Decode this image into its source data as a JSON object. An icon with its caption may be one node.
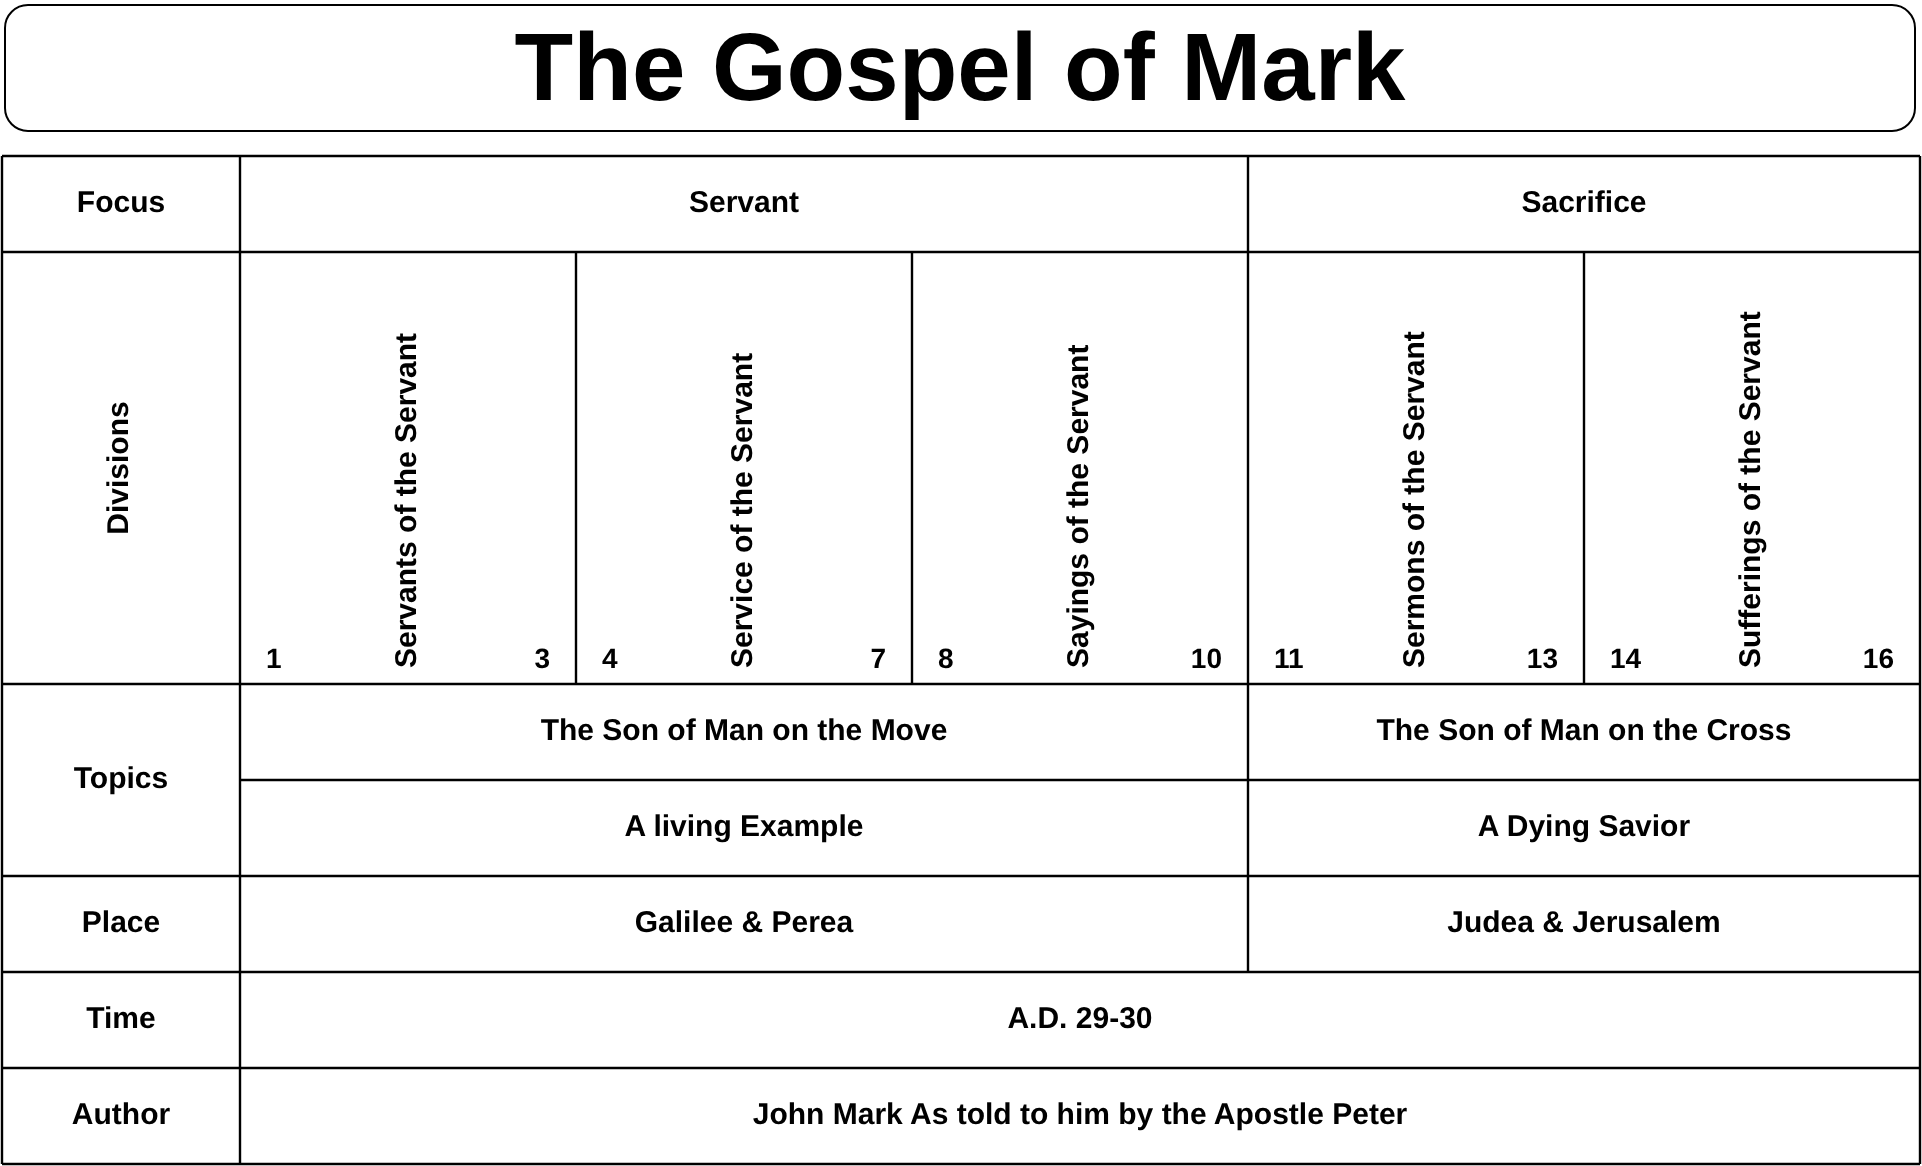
{
  "diagram": {
    "title": "The Gospel of Mark",
    "labels": [
      "Focus",
      "Servant",
      "Sacrifice",
      "Divisions",
      "Servants of the Servant",
      "1",
      "3",
      "Service of the Servant",
      "4",
      "7",
      "Sayings of the Servant",
      "8",
      "10",
      "Sermons of the Servant",
      "11",
      "13",
      "Sufferings of the Servant",
      "14",
      "16",
      "Topics",
      "The Son of Man on the Move",
      "The Son of Man on the Cross",
      "A living Example",
      "A Dying Savior",
      "Place",
      "Galilee & Perea",
      "Judea & Jerusalem",
      "Time",
      "A.D. 29-30",
      "Author",
      "John Mark As told to him by the Apostle Peter"
    ]
  }
}
